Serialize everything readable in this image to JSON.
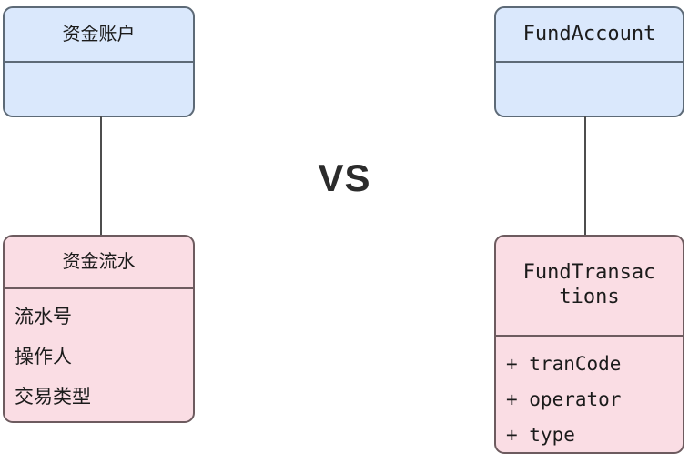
{
  "diagram": {
    "type": "uml-class-comparison",
    "center_label": "VS",
    "colors": {
      "blue_fill": "#dae8fc",
      "blue_border": "#5d6a77",
      "pink_fill": "#fadde4",
      "pink_border": "#6d5b5f",
      "connector": "#4d4d4d",
      "text": "#1b1b1b",
      "background": "#ffffff"
    },
    "left_column": {
      "classes": [
        {
          "id": "fund-account-cn",
          "title": "资金账户",
          "attributes": []
        },
        {
          "id": "fund-flow-cn",
          "title": "资金流水",
          "attributes": [
            "流水号",
            "操作人",
            "交易类型"
          ]
        }
      ],
      "connector": "vertical-line"
    },
    "right_column": {
      "classes": [
        {
          "id": "fund-account-en",
          "title": "FundAccount",
          "attributes": []
        },
        {
          "id": "fund-transactions-en",
          "title": "FundTransactions",
          "title_line_1": "FundTransac",
          "title_line_2": "tions",
          "attributes": [
            "+ tranCode",
            "+ operator",
            "+ type"
          ]
        }
      ],
      "connector": "vertical-line"
    }
  }
}
